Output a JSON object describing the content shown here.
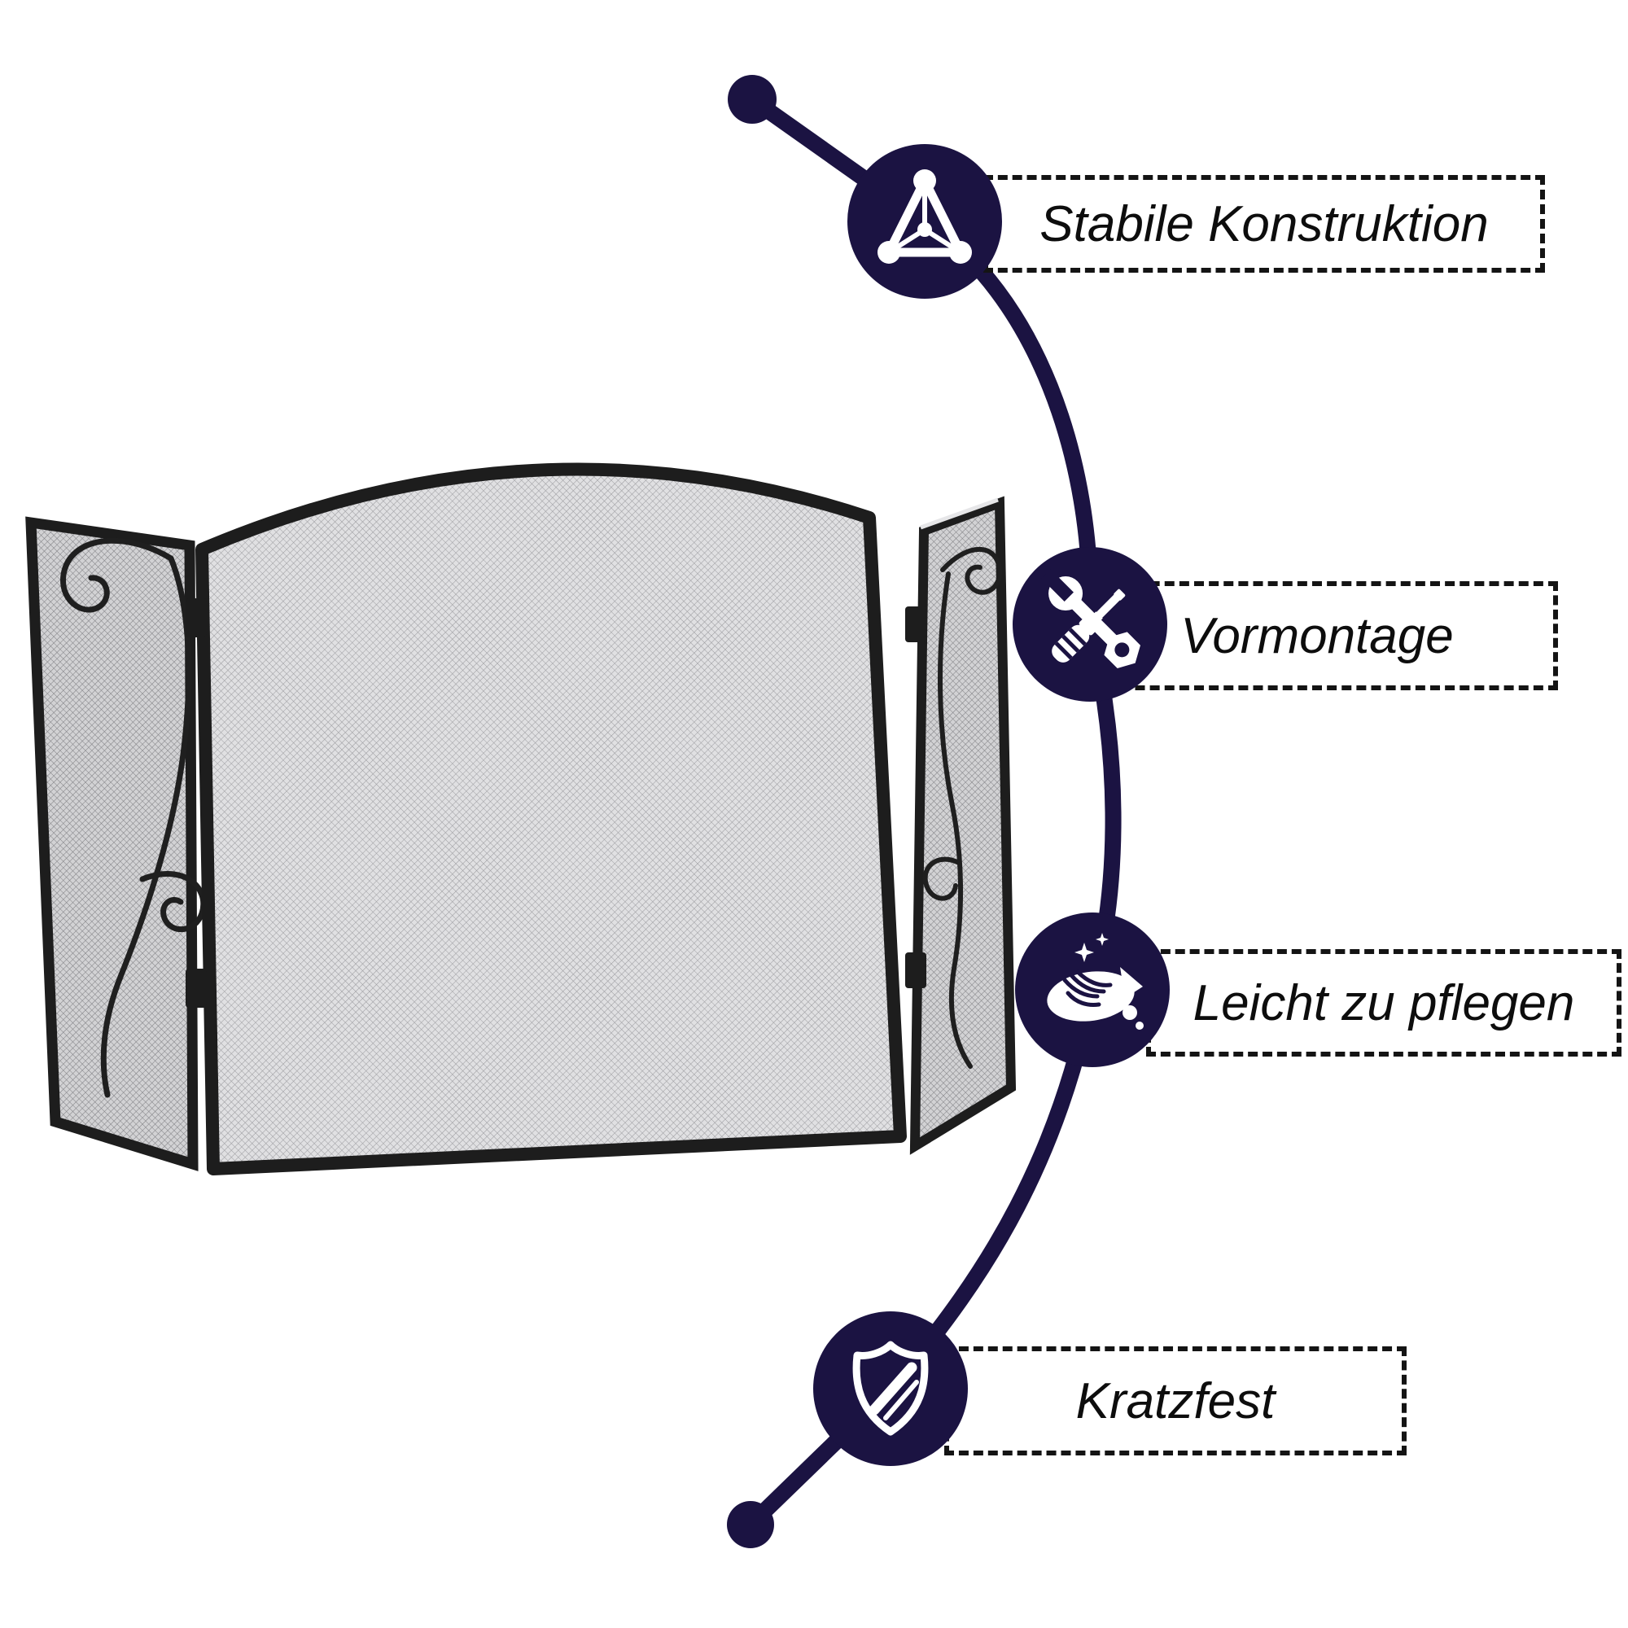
{
  "product_image": {
    "subject": "three-panel-fireplace-spark-screen",
    "panels": [
      "left-side-panel",
      "center-arched-panel",
      "right-side-panel"
    ]
  },
  "features": [
    {
      "label": "Stabile Konstruktion",
      "icon": "triangle-structure-icon"
    },
    {
      "label": "Vormontage",
      "icon": "wrench-screwdriver-icon"
    },
    {
      "label": "Leicht zu pflegen",
      "icon": "hand-cleaning-icon"
    },
    {
      "label": "Kratzfest",
      "icon": "shield-icon"
    }
  ],
  "colors": {
    "navy": "#1b1342",
    "icon-white": "#ffffff",
    "box-border": "#141414",
    "label-text": "#0d0d0d",
    "frame-black": "#1d1d1d",
    "ornament": "#1f1f1f",
    "mesh-light-bg": "#e0e0e2",
    "mesh-light-line": "#9d9da1",
    "mesh-dark-bg": "#d2d2d4",
    "mesh-dark-line": "#808084",
    "panel-highlight": "#e6e6e8"
  }
}
